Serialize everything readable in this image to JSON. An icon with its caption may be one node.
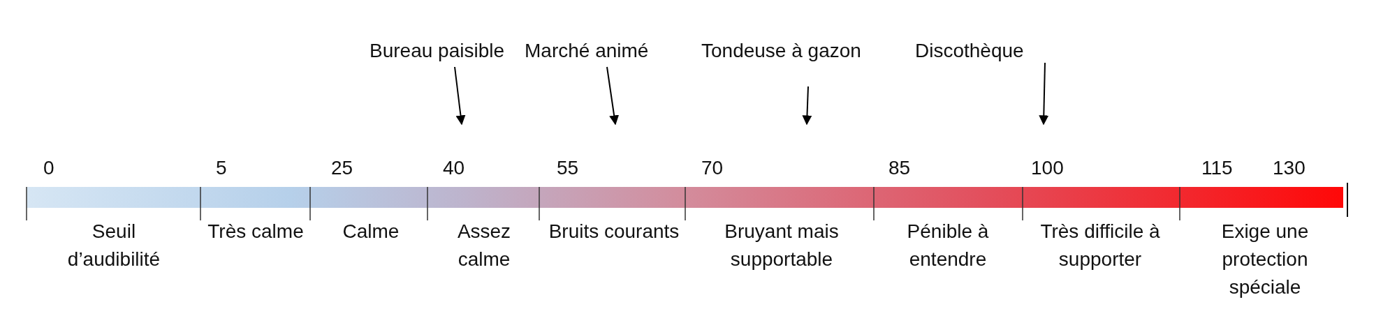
{
  "diagram": {
    "nodes": [
      {
        "text": [
          "Bureau paisible"
        ]
      },
      {
        "text": [
          "Marché animé"
        ]
      },
      {
        "text": [
          "Tondeuse à gazon"
        ]
      },
      {
        "text": [
          "Discothèque"
        ]
      }
    ],
    "edges": [
      {
        "from": 0,
        "to": null,
        "arrow": "to"
      },
      {
        "from": 1,
        "to": null,
        "arrow": "to"
      },
      {
        "from": 2,
        "to": null,
        "arrow": "to"
      },
      {
        "from": 3,
        "to": null,
        "arrow": "to"
      }
    ],
    "labels": [
      "0",
      "5",
      "25",
      "40",
      "55",
      "70",
      "85",
      "100",
      "115",
      "130",
      "Seuil d’audibilité",
      "Très calme",
      "Calme",
      "Assez calme",
      "Bruits courants",
      "Bruyant mais supportable",
      "Pénible à entendre",
      "Très difficile à supporter",
      "Exige une protection spéciale"
    ]
  }
}
